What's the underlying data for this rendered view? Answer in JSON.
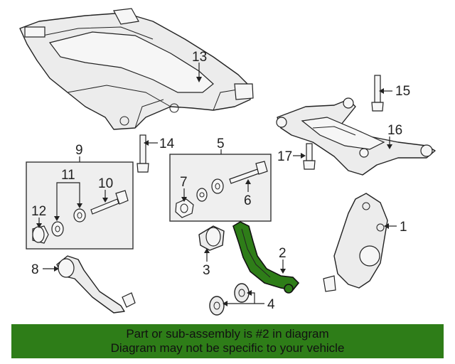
{
  "callouts": {
    "n1": "1",
    "n2": "2",
    "n3": "3",
    "n4": "4",
    "n5": "5",
    "n6": "6",
    "n7": "7",
    "n8": "8",
    "n9": "9",
    "n10": "10",
    "n11": "11",
    "n12": "12",
    "n13": "13",
    "n14": "14",
    "n15": "15",
    "n16": "16",
    "n17": "17"
  },
  "highlight_color": "#2e7d18",
  "banner": {
    "line1": "Part or sub-assembly is #2 in diagram",
    "line2": "Diagram may not be specific to your vehicle"
  }
}
